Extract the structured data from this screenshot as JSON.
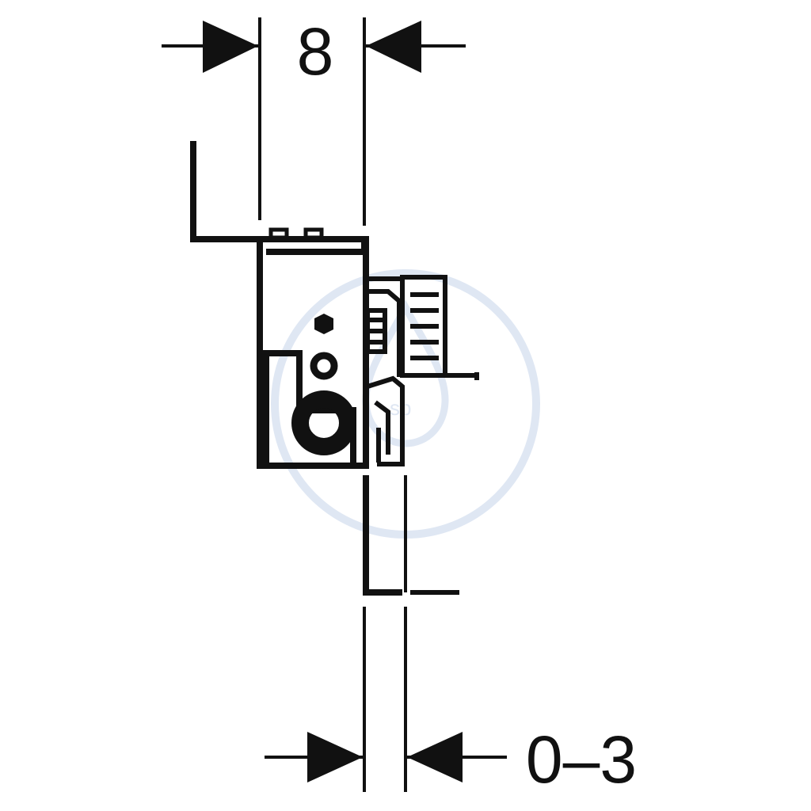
{
  "dimensions": {
    "top": {
      "label": "8"
    },
    "bottom": {
      "label": "0–3"
    }
  },
  "colors": {
    "ink": "#111111",
    "watermark": "#dfe7f3",
    "background": "#ffffff"
  },
  "watermark": {
    "icon": "drop-in-circle-watermark"
  }
}
